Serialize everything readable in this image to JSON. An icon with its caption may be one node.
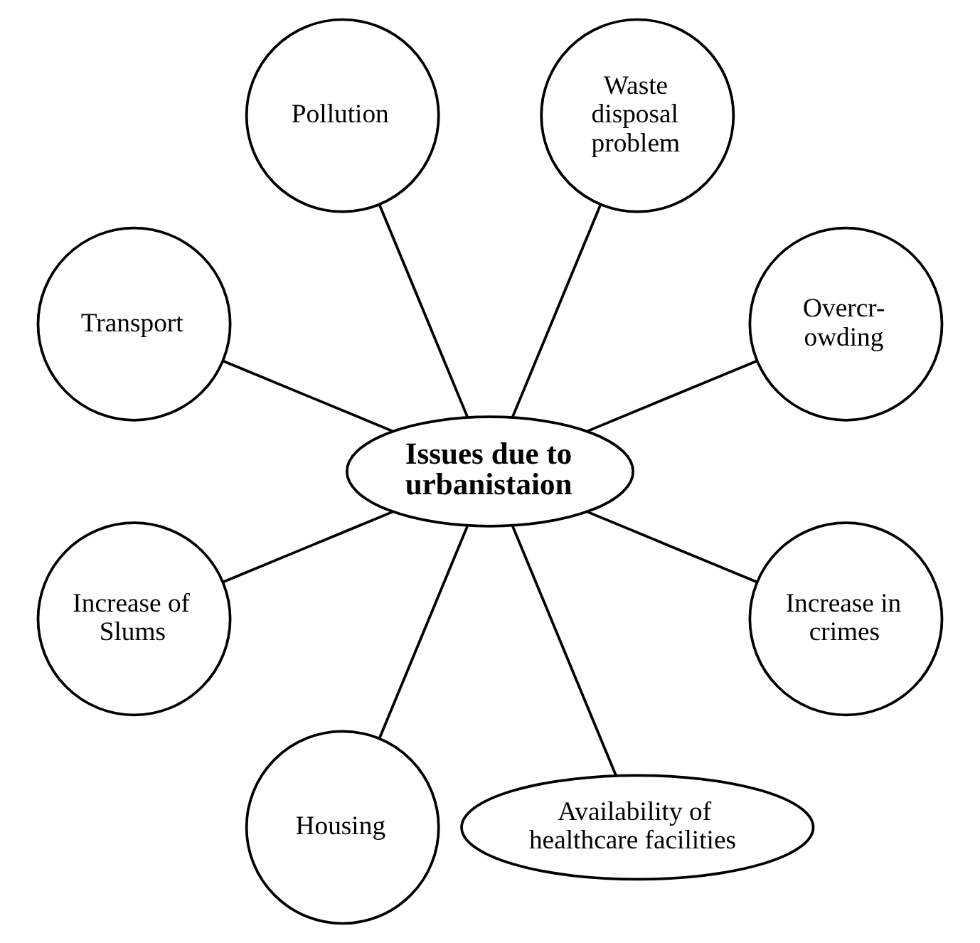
{
  "diagram": {
    "nodes": [
      {
        "text": [
          "Issues due to urbanistaion"
        ]
      },
      {
        "text": [
          "Overcr- owding"
        ]
      },
      {
        "text": [
          "Waste disposal problem"
        ]
      },
      {
        "text": [
          "Pollution"
        ]
      },
      {
        "text": [
          "Transport"
        ]
      },
      {
        "text": [
          "Increase of Slums"
        ]
      },
      {
        "text": [
          "Housing"
        ]
      },
      {
        "text": [
          "Availability of healthcare facilities"
        ]
      },
      {
        "text": [
          "Increase in crimes"
        ]
      }
    ],
    "edges": [
      {
        "from": 0,
        "to": 1,
        "arrow": "none"
      },
      {
        "from": 0,
        "to": 2,
        "arrow": "none"
      },
      {
        "from": 0,
        "to": 3,
        "arrow": "none"
      },
      {
        "from": 0,
        "to": 4,
        "arrow": "none"
      },
      {
        "from": 0,
        "to": 5,
        "arrow": "none"
      },
      {
        "from": 0,
        "to": 6,
        "arrow": "none"
      },
      {
        "from": 0,
        "to": 7,
        "arrow": "none"
      },
      {
        "from": 0,
        "to": 8,
        "arrow": "none"
      }
    ]
  }
}
